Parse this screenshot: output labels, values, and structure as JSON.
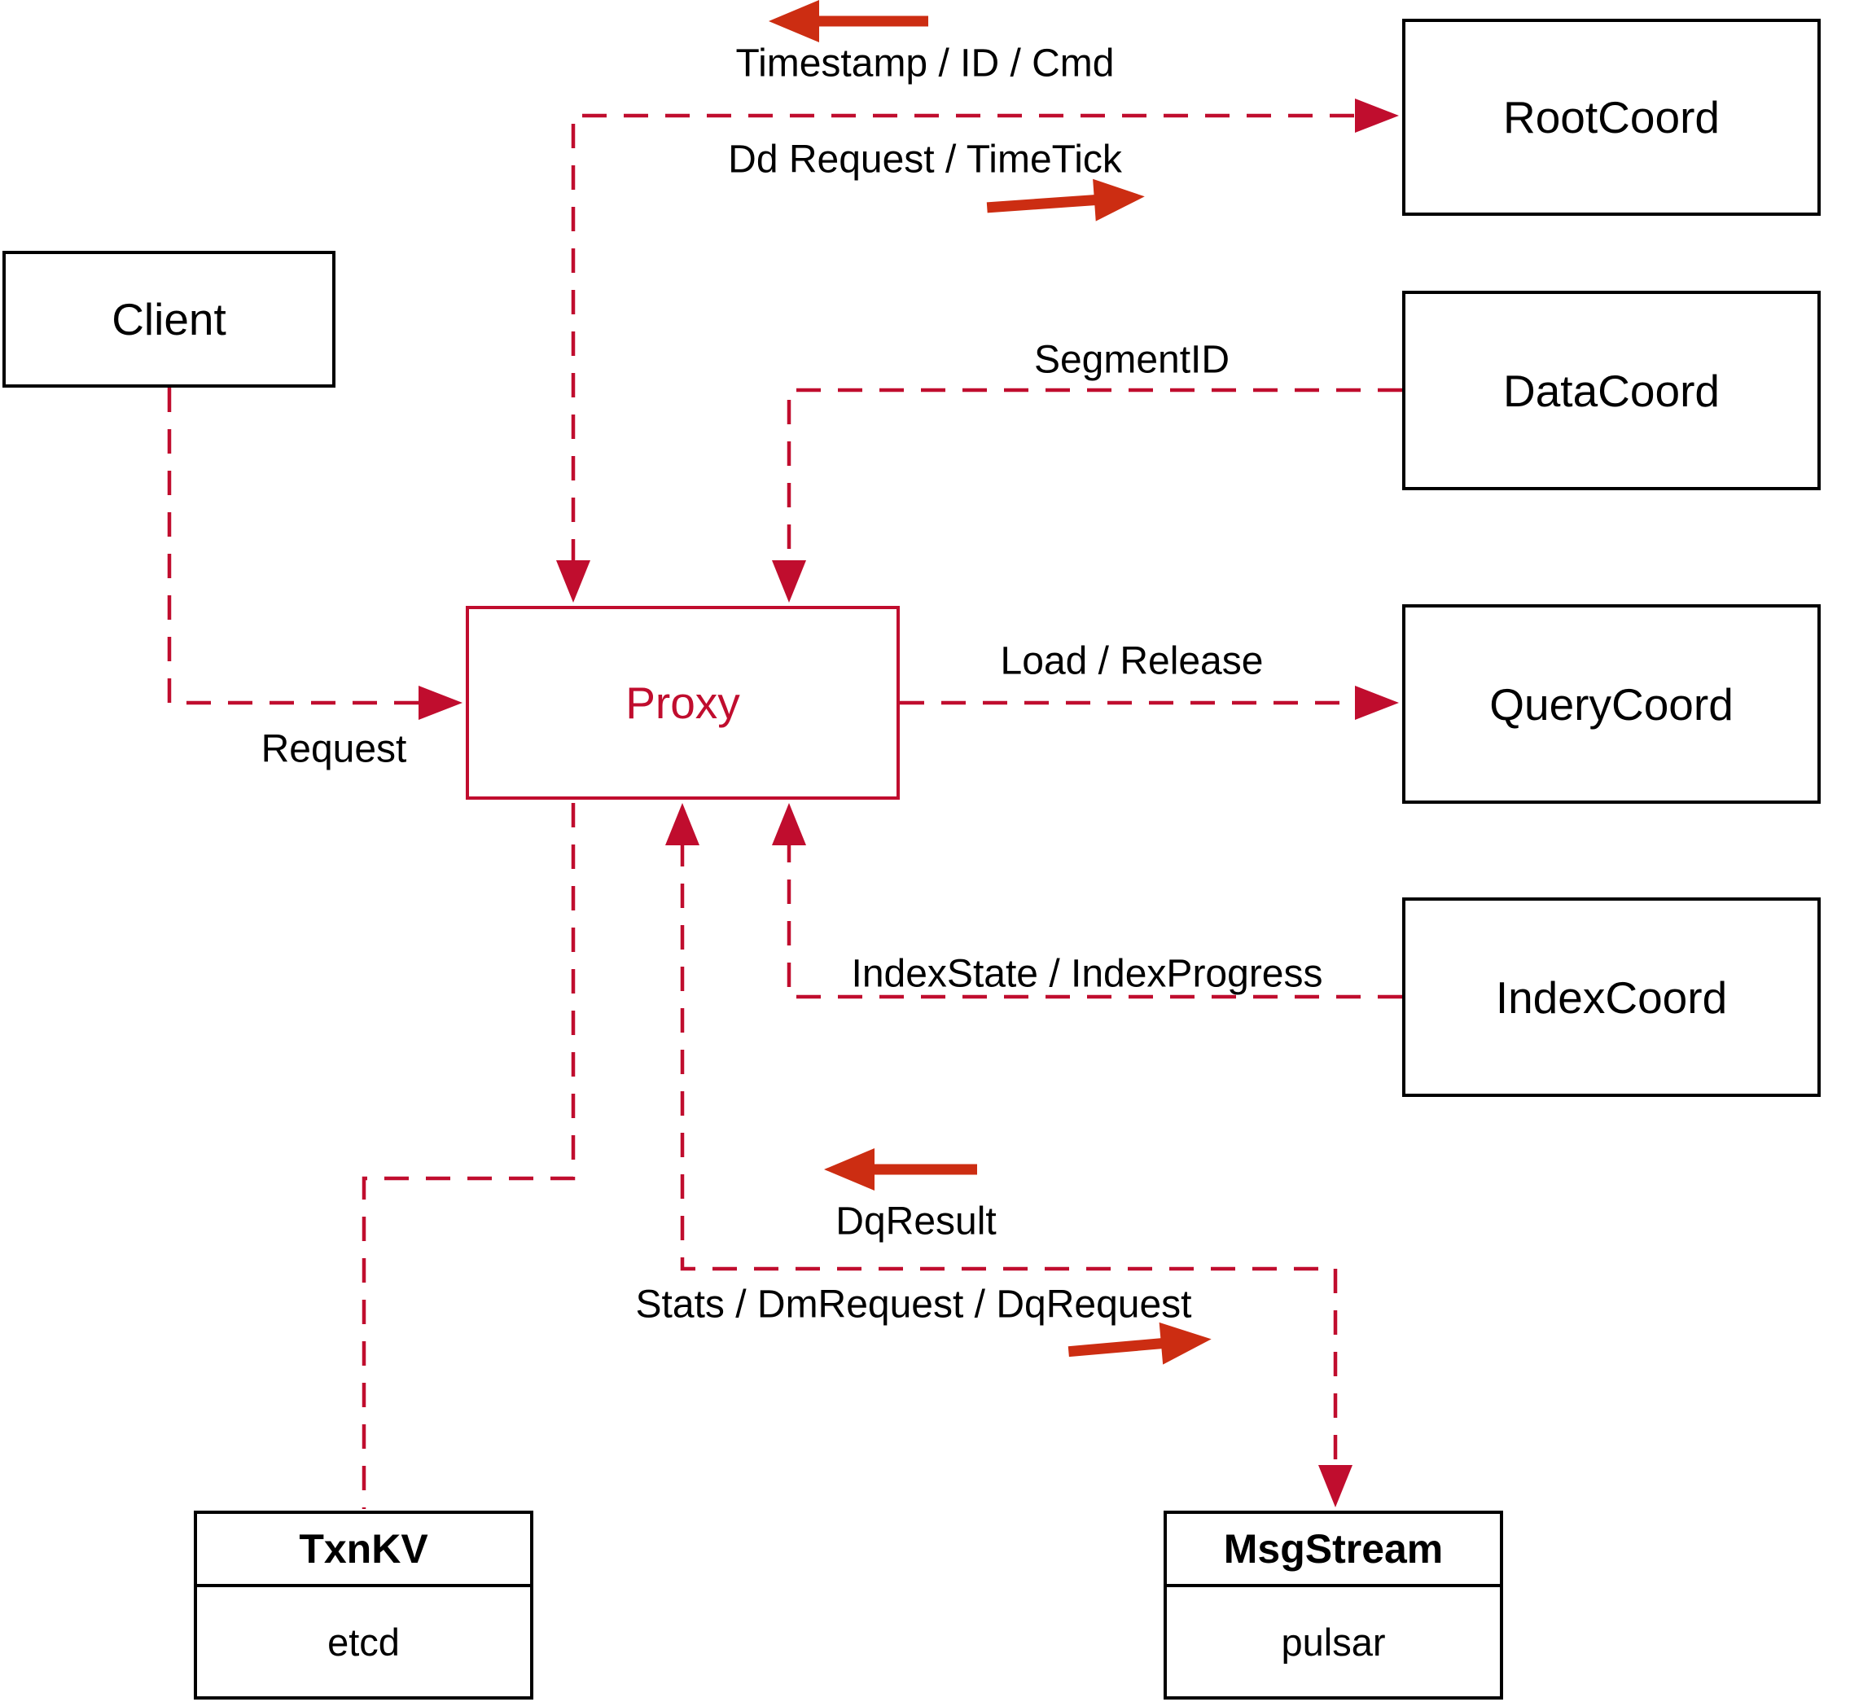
{
  "nodes": {
    "client": {
      "label": "Client"
    },
    "proxy": {
      "label": "Proxy"
    },
    "rootcoord": {
      "label": "RootCoord"
    },
    "datacoord": {
      "label": "DataCoord"
    },
    "querycoord": {
      "label": "QueryCoord"
    },
    "indexcoord": {
      "label": "IndexCoord"
    },
    "txnkv": {
      "title": "TxnKV",
      "subtitle": "etcd"
    },
    "msgstream": {
      "title": "MsgStream",
      "subtitle": "pulsar"
    }
  },
  "edge_labels": {
    "timestamp_id_cmd": "Timestamp / ID / Cmd",
    "dd_request_timetick": "Dd Request / TimeTick",
    "segment_id": "SegmentID",
    "load_release": "Load / Release",
    "index_state_progress": "IndexState / IndexProgress",
    "dq_result": "DqResult",
    "stats_dm_dq": "Stats / DmRequest / DqRequest",
    "request": "Request"
  },
  "colors": {
    "dashed_line_red": "#c00d2e",
    "solid_arrow_red": "#cc2d12",
    "box_border_black": "#000000",
    "text_black": "#000000",
    "background": "#ffffff"
  }
}
